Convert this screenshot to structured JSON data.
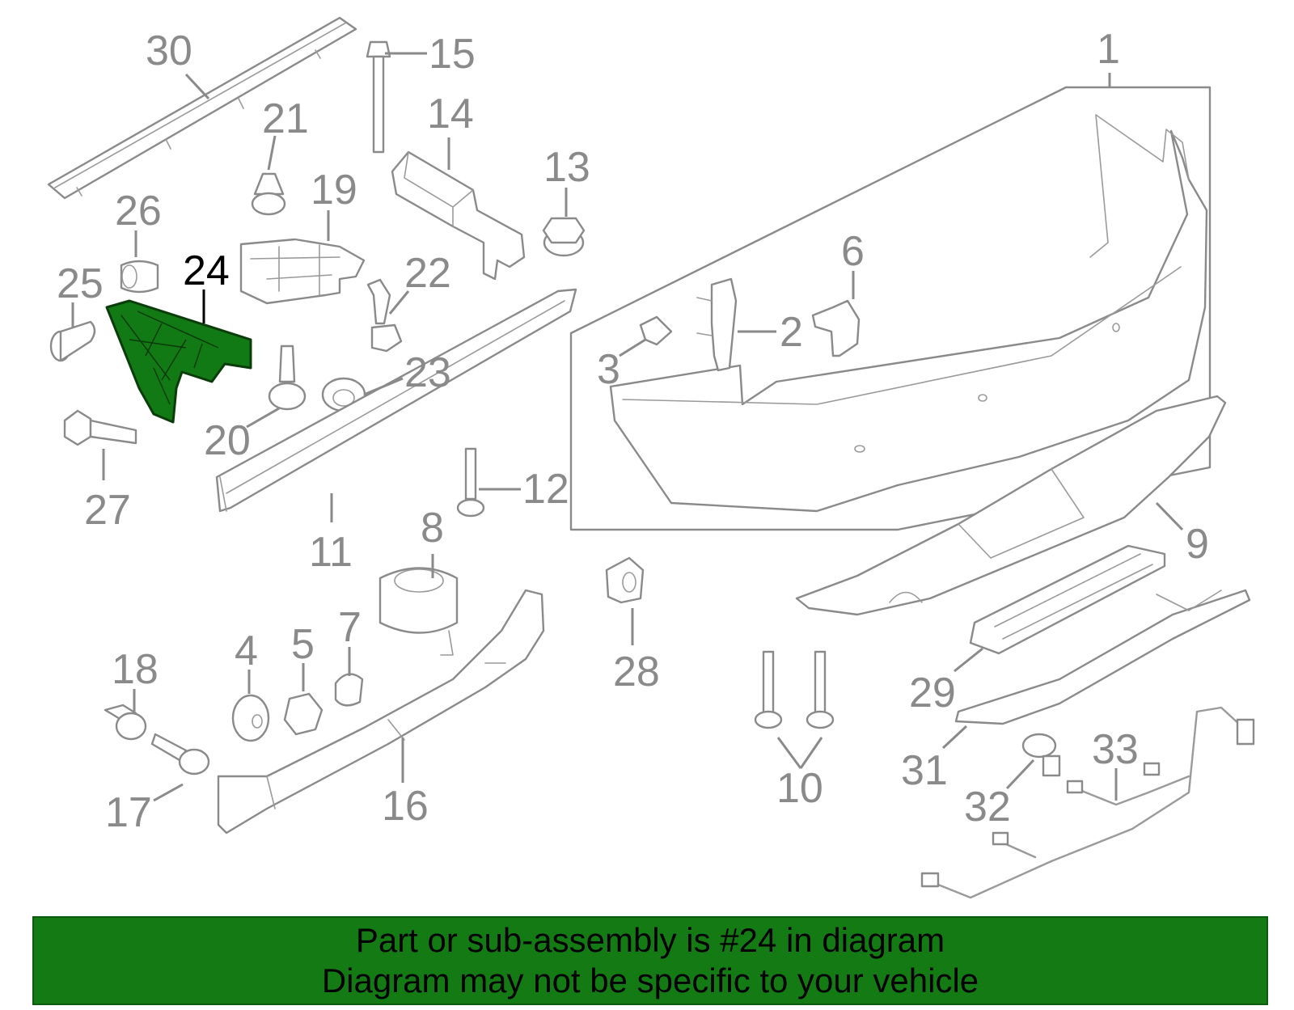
{
  "diagram": {
    "highlight_color": "#127a14",
    "part_line_color": "#8a8a8a",
    "callouts": [
      {
        "label": "1",
        "highlighted": false
      },
      {
        "label": "2",
        "highlighted": false
      },
      {
        "label": "3",
        "highlighted": false
      },
      {
        "label": "4",
        "highlighted": false
      },
      {
        "label": "5",
        "highlighted": false
      },
      {
        "label": "6",
        "highlighted": false
      },
      {
        "label": "7",
        "highlighted": false
      },
      {
        "label": "8",
        "highlighted": false
      },
      {
        "label": "9",
        "highlighted": false
      },
      {
        "label": "10",
        "highlighted": false
      },
      {
        "label": "11",
        "highlighted": false
      },
      {
        "label": "12",
        "highlighted": false
      },
      {
        "label": "13",
        "highlighted": false
      },
      {
        "label": "14",
        "highlighted": false
      },
      {
        "label": "15",
        "highlighted": false
      },
      {
        "label": "16",
        "highlighted": false
      },
      {
        "label": "17",
        "highlighted": false
      },
      {
        "label": "18",
        "highlighted": false
      },
      {
        "label": "19",
        "highlighted": false
      },
      {
        "label": "20",
        "highlighted": false
      },
      {
        "label": "21",
        "highlighted": false
      },
      {
        "label": "22",
        "highlighted": false
      },
      {
        "label": "23",
        "highlighted": false
      },
      {
        "label": "24",
        "highlighted": true
      },
      {
        "label": "25",
        "highlighted": false
      },
      {
        "label": "26",
        "highlighted": false
      },
      {
        "label": "27",
        "highlighted": false
      },
      {
        "label": "28",
        "highlighted": false
      },
      {
        "label": "29",
        "highlighted": false
      },
      {
        "label": "30",
        "highlighted": false
      },
      {
        "label": "31",
        "highlighted": false
      },
      {
        "label": "32",
        "highlighted": false
      },
      {
        "label": "33",
        "highlighted": false
      }
    ]
  },
  "banner": {
    "line1": "Part or sub-assembly is #24 in diagram",
    "line2": "Diagram may not be specific to your vehicle",
    "background": "#137a14"
  }
}
